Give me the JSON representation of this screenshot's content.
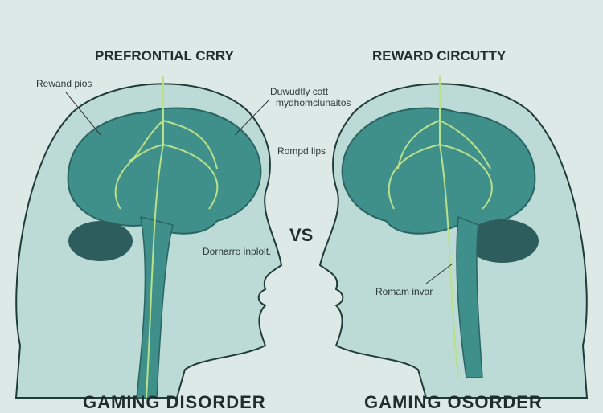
{
  "left_panel": {
    "title": "PREFRONTIAL CRRY",
    "labels": [
      "Rewand pios",
      "Duwudtly catt",
      "mydhomclunaitos",
      "Dornarro inplolt."
    ],
    "bottom_title": "GAMING DISORDER"
  },
  "right_panel": {
    "title": "REWARD CIRCUTTY",
    "labels": [
      "Rompd lips",
      "Romam invar"
    ],
    "bottom_title": "GAMING OSORDER"
  },
  "center": {
    "vs": "VS"
  },
  "colors": {
    "background": "#dde9e6",
    "head": "#bcdbd6",
    "brain": "#3f8f8a",
    "cerebellum": "#2d5d5c",
    "pathway": "#b9e08a"
  }
}
